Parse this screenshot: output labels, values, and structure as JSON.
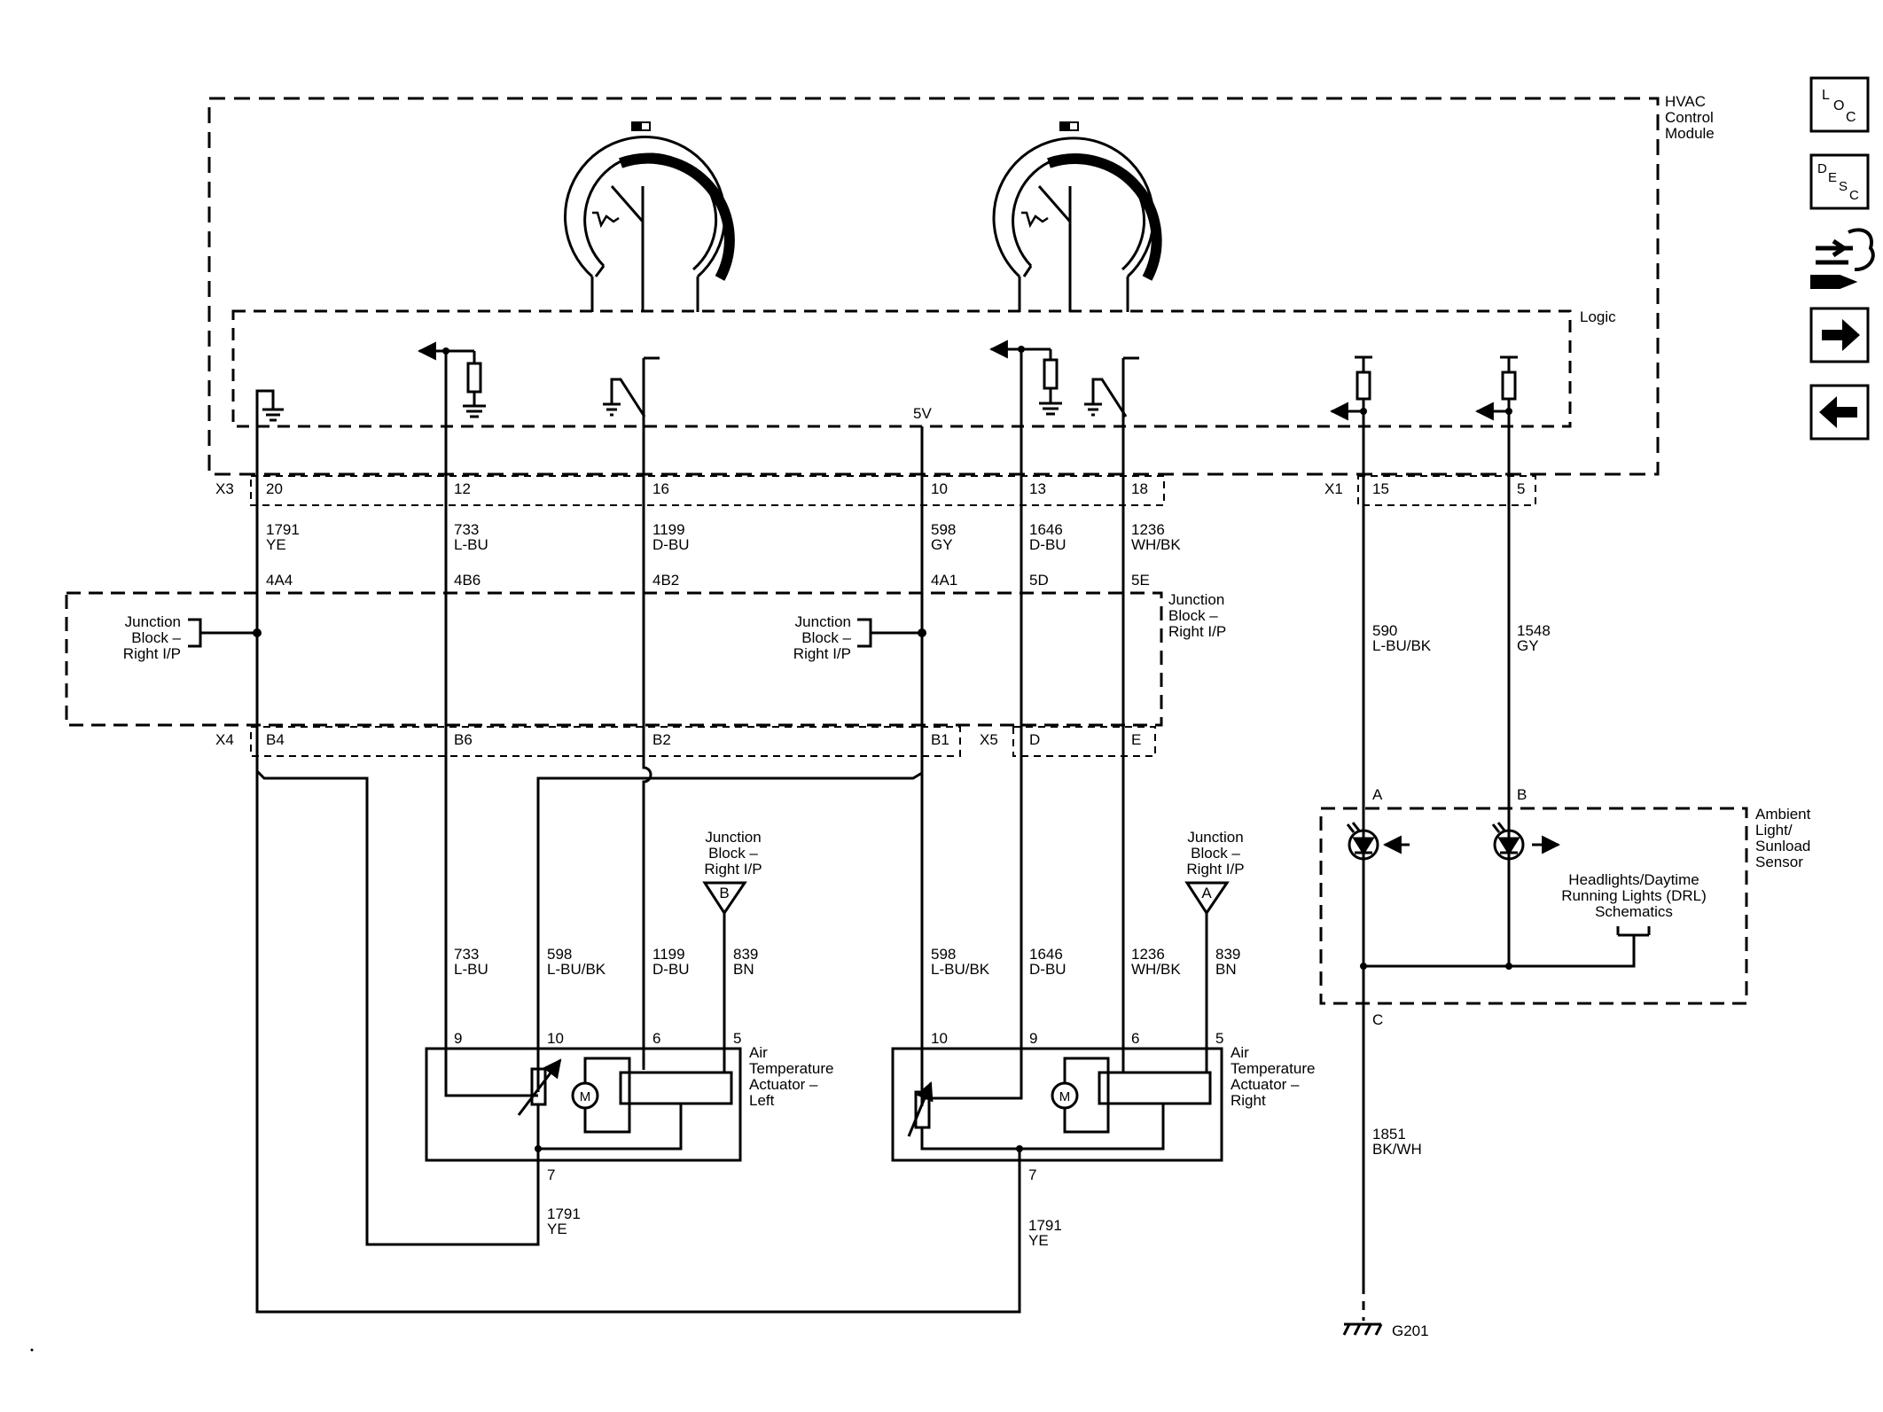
{
  "module": {
    "hvac_title": [
      "HVAC",
      "Control",
      "Module"
    ],
    "logic_label": "Logic",
    "supply_label": "5V"
  },
  "connectors": {
    "x3": "X3",
    "x1": "X1",
    "x4": "X4",
    "x5": "X5"
  },
  "wires": [
    {
      "id": "w1791",
      "top_pin": "20",
      "circuit": "1791",
      "color": "YE",
      "jb_top": "4A4",
      "jb_bottom": "B4"
    },
    {
      "id": "w733",
      "top_pin": "12",
      "circuit": "733",
      "color": "L-BU",
      "jb_top": "4B6",
      "jb_bottom": "B6"
    },
    {
      "id": "w1199",
      "top_pin": "16",
      "circuit": "1199",
      "color": "D-BU",
      "jb_top": "4B2",
      "jb_bottom": "B2"
    },
    {
      "id": "w598",
      "top_pin": "10",
      "circuit": "598",
      "color": "GY",
      "jb_top": "4A1",
      "jb_bottom": "B1"
    },
    {
      "id": "w1646",
      "top_pin": "13",
      "circuit": "1646",
      "color": "D-BU",
      "jb_top": "5D",
      "jb_bottom": "D"
    },
    {
      "id": "w1236",
      "top_pin": "18",
      "circuit": "1236",
      "color": "WH/BK",
      "jb_top": "5E",
      "jb_bottom": "E"
    },
    {
      "id": "w590",
      "top_pin": "15",
      "circuit": "590",
      "color": "L-BU/BK"
    },
    {
      "id": "w1548",
      "top_pin": "5",
      "circuit": "1548",
      "color": "GY"
    }
  ],
  "junction_block": {
    "label_right": [
      "Junction",
      "Block –",
      "Right I/P"
    ],
    "label_left": [
      "Junction",
      "Block –",
      "Right I/P"
    ],
    "label_mid": [
      "Junction",
      "Block –",
      "Right I/P"
    ]
  },
  "actuator_left": {
    "title": [
      "Air",
      "Temperature",
      "Actuator –",
      "Left"
    ],
    "pins": [
      "9",
      "10",
      "6",
      "5",
      "7"
    ],
    "motor": "M",
    "wires": [
      {
        "circuit": "733",
        "color": "L-BU"
      },
      {
        "circuit": "598",
        "color": "L-BU/BK"
      },
      {
        "circuit": "1199",
        "color": "D-BU"
      },
      {
        "circuit": "839",
        "color": "BN"
      }
    ],
    "ground_wire": {
      "circuit": "1791",
      "color": "YE"
    },
    "jb_ref": {
      "label": [
        "Junction",
        "Block –",
        "Right I/P"
      ],
      "letter": "B"
    }
  },
  "actuator_right": {
    "title": [
      "Air",
      "Temperature",
      "Actuator –",
      "Right"
    ],
    "pins": [
      "10",
      "9",
      "6",
      "5",
      "7"
    ],
    "motor": "M",
    "wires": [
      {
        "circuit": "598",
        "color": "L-BU/BK"
      },
      {
        "circuit": "1646",
        "color": "D-BU"
      },
      {
        "circuit": "1236",
        "color": "WH/BK"
      },
      {
        "circuit": "839",
        "color": "BN"
      }
    ],
    "ground_wire": {
      "circuit": "1791",
      "color": "YE"
    },
    "jb_ref": {
      "label": [
        "Junction",
        "Block –",
        "Right I/P"
      ],
      "letter": "A"
    }
  },
  "sensor": {
    "title": [
      "Ambient",
      "Light/",
      "Sunload",
      "Sensor"
    ],
    "pin_a": "A",
    "pin_b": "B",
    "pin_c": "C",
    "drl_ref": [
      "Headlights/Daytime",
      "Running Lights (DRL)",
      "Schematics"
    ],
    "ground_wire": {
      "circuit": "1851",
      "color": "BK/WH"
    },
    "ground": "G201"
  },
  "nav": {
    "loc": [
      "L",
      "O",
      "C"
    ],
    "desc": [
      "D",
      "E",
      "S",
      "C"
    ]
  },
  "colors": {
    "ink": "#000000",
    "paper": "#ffffff"
  }
}
